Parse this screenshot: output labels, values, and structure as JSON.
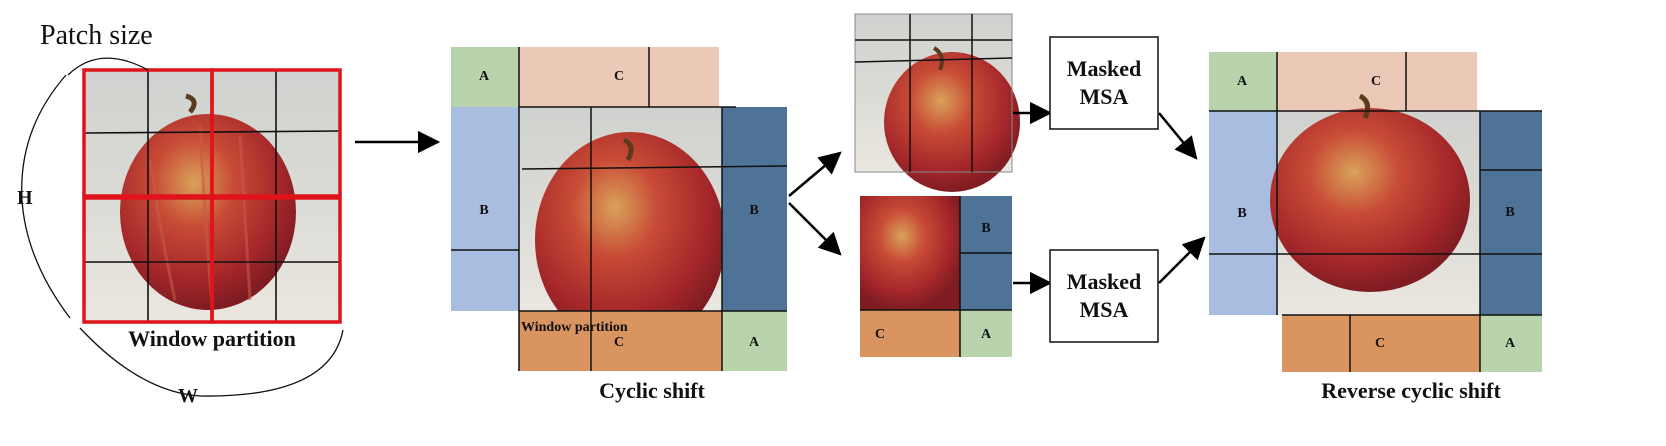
{
  "labels": {
    "patch_size": "Patch size",
    "height": "H",
    "width": "W",
    "window_partition": "Window partition",
    "window_partition_small": "Window partition",
    "cyclic_shift": "Cyclic shift",
    "reverse_cyclic_shift": "Reverse cyclic shift",
    "msa_top": "Masked\nMSA",
    "msa_bottom": "Masked\nMSA"
  },
  "regions": {
    "a": "A",
    "b": "B",
    "c": "C"
  },
  "colors": {
    "partition_border": "#e0121a",
    "region_a": "#b9d4ad",
    "region_b": "#a9bde0",
    "region_b_dark": "#4f7396",
    "region_c": "#ecc9b6",
    "region_c_dark": "#d99460",
    "apple_red": "#b8322f",
    "background_photo": "#dcdcd6"
  }
}
